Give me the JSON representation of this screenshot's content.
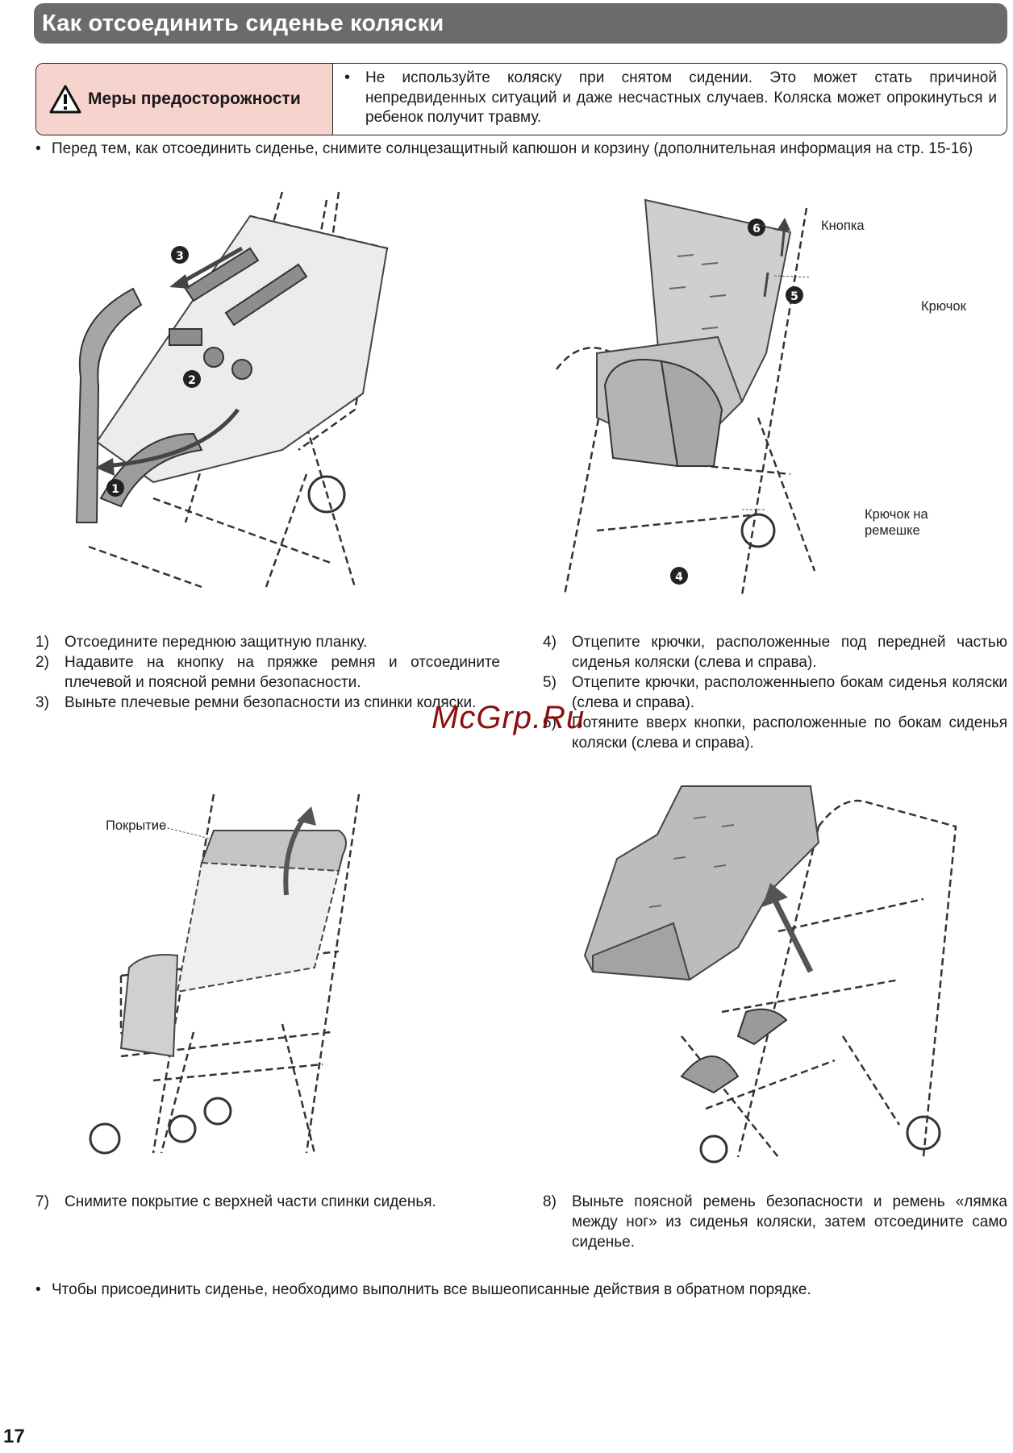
{
  "title": "Как отсоединить сиденье коляски",
  "caution": {
    "label": "Меры предосторожности",
    "bullet": "•",
    "text": "Не используйте коляску при снятом сидении. Это может стать причиной непредвиденных ситуаций и даже несчастных случаев. Коляска может опрокинуться и ребенок получит травму."
  },
  "note_top": {
    "bullet": "•",
    "text": "Перед тем, как отсоединить сиденье, снимите солнцезащитный капюшон и корзину (дополнительная информация на стр. 15-16)"
  },
  "figure_labels": {
    "button": "Кнопка",
    "hook": "Крючок",
    "strap_hook": "Крючок на ремешке",
    "cover": "Покрытие"
  },
  "figure_markers": [
    "1",
    "2",
    "3",
    "4",
    "5",
    "6"
  ],
  "steps_left": [
    {
      "num": "1)",
      "text": "Отсоедините переднюю защитную планку."
    },
    {
      "num": "2)",
      "text": "Надавите на кнопку на пряжке ремня и отсоедините плечевой и поясной ремни безопасности."
    },
    {
      "num": "3)",
      "text": "Выньте плечевые ремни безопасности из спинки коляски."
    }
  ],
  "steps_right": [
    {
      "num": "4)",
      "text": "Отцепите крючки, расположенные под передней частью сиденья коляски (слева и справа)."
    },
    {
      "num": "5)",
      "text": "Отцепите крючки, расположенныепо бокам сиденья коляски (слева и справа)."
    },
    {
      "num": "6)",
      "text": "Потяните вверх кнопки, расположенные по бокам сиденья коляски (слева и справа)."
    }
  ],
  "step7": {
    "num": "7)",
    "text": "Снимите покрытие с верхней части спинки сиденья."
  },
  "step8": {
    "num": "8)",
    "text": "Выньте поясной ремень безопасности и ремень «лямка между ног» из сиденья коляски, затем отсоедините само сиденье."
  },
  "note_bottom": {
    "bullet": "•",
    "text": "Чтобы присоединить сиденье, необходимо выполнить все вышеописанные действия в обратном порядке."
  },
  "watermark": "McGrp.Ru",
  "page_number": "17"
}
